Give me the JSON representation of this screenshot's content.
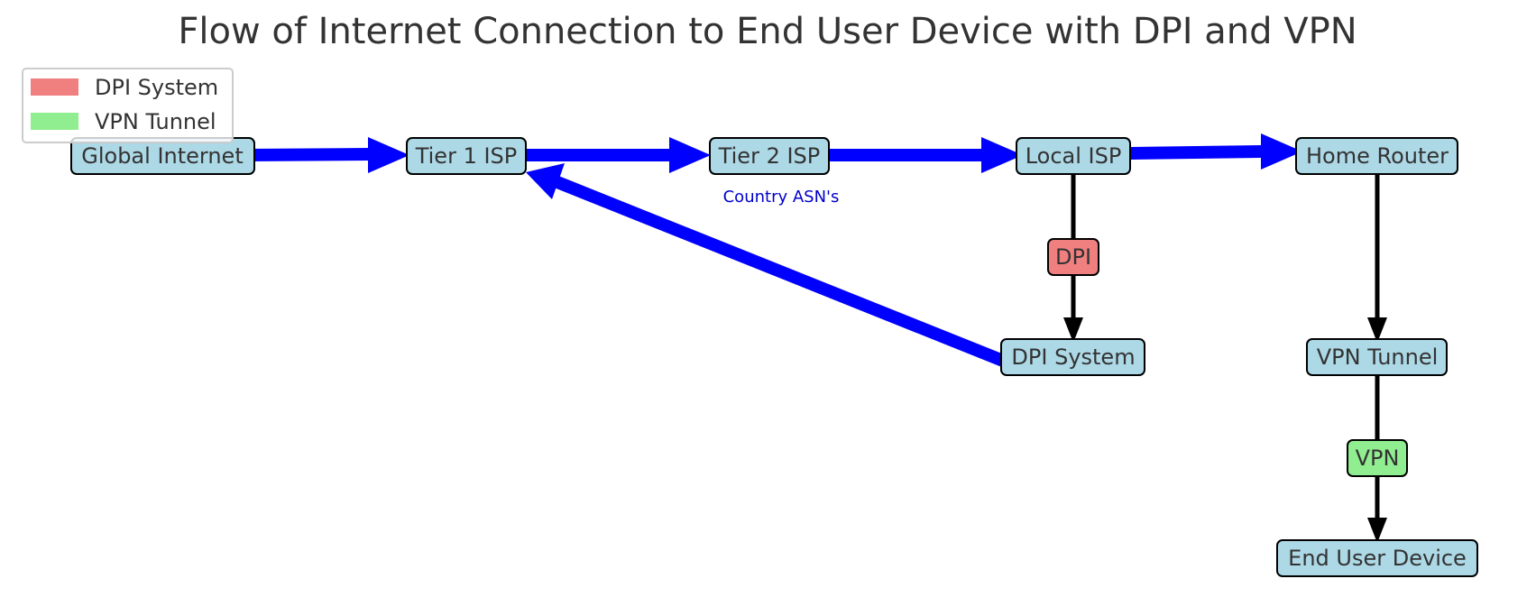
{
  "title": "Flow of Internet Connection to End User Device with DPI and VPN",
  "colors": {
    "node_fill": "#add8e6",
    "dpi_fill": "#f08080",
    "vpn_fill": "#90ee90",
    "flow_arrow": "#0000ff",
    "edge": "#000000",
    "annotation": "#0000cc"
  },
  "legend": {
    "items": [
      {
        "label": "DPI System",
        "color": "#f08080"
      },
      {
        "label": "VPN Tunnel",
        "color": "#90ee90"
      }
    ]
  },
  "nodes": {
    "global_internet": "Global Internet",
    "tier1_isp": "Tier 1 ISP",
    "tier2_isp": "Tier 2 ISP",
    "local_isp": "Local ISP",
    "home_router": "Home Router",
    "dpi_system": "DPI System",
    "vpn_tunnel": "VPN Tunnel",
    "end_user_device": "End User Device"
  },
  "edge_labels": {
    "dpi": "DPI",
    "vpn": "VPN"
  },
  "annotations": {
    "country_asn": "Country ASN's"
  }
}
